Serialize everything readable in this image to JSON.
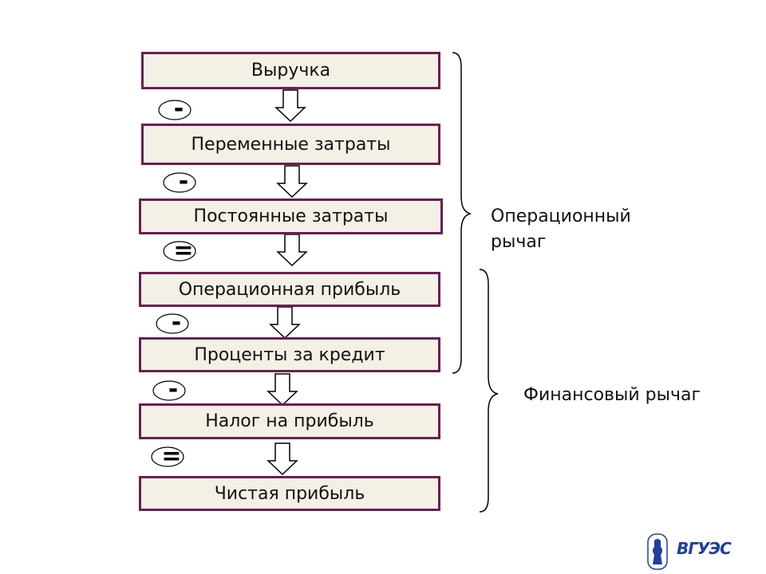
{
  "flow": {
    "boxes": [
      "Выручка",
      "Переменные затраты",
      "Постоянные затраты",
      "Операционная прибыль",
      "Проценты за кредит",
      "Налог на прибыль",
      "Чистая прибыль"
    ],
    "operators": [
      "-",
      "-",
      "=",
      "-",
      "-",
      "="
    ]
  },
  "braces": {
    "operational": {
      "line1": "Операционный",
      "line2": "рычаг"
    },
    "financial": {
      "label": "Финансовый рычаг"
    }
  },
  "colors": {
    "box_border": "#6b1f52",
    "box_fill": "#f4f0e6",
    "logo_blue": "#2040a0"
  },
  "logo": {
    "text": "ВГУЭС"
  }
}
